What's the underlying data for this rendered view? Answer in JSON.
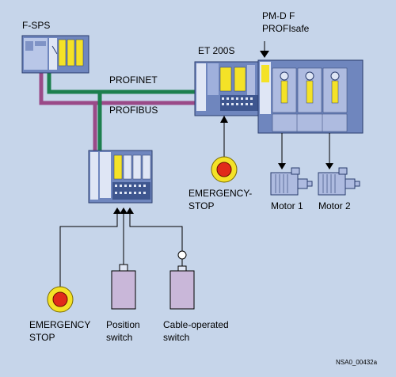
{
  "labels": {
    "fsps": "F-SPS",
    "pmdf_line1": "PM-D F",
    "pmdf_line2": "PROFIsafe",
    "et200s": "ET 200S",
    "profinet": "PROFINET",
    "profibus": "PROFIBUS",
    "estop_top_line1": "EMERGENCY-",
    "estop_top_line2": "STOP",
    "motor1": "Motor 1",
    "motor2": "Motor 2",
    "estop_bottom_line1": "EMERGENCY",
    "estop_bottom_line2": "STOP",
    "position_line1": "Position",
    "position_line2": "switch",
    "cable_line1": "Cable-operated",
    "cable_line2": "switch",
    "code": "NSA0_00432a"
  },
  "colors": {
    "background": "#c6d5ea",
    "profinet": "#1c7f4e",
    "profibus": "#9a4a88",
    "module_body": "#6f86be",
    "module_light": "#aebbe0",
    "module_yellow": "#f4e227",
    "stop_red": "#e12b1a",
    "stop_ring": "#ffe200",
    "switch_body": "#c9b7d9"
  }
}
